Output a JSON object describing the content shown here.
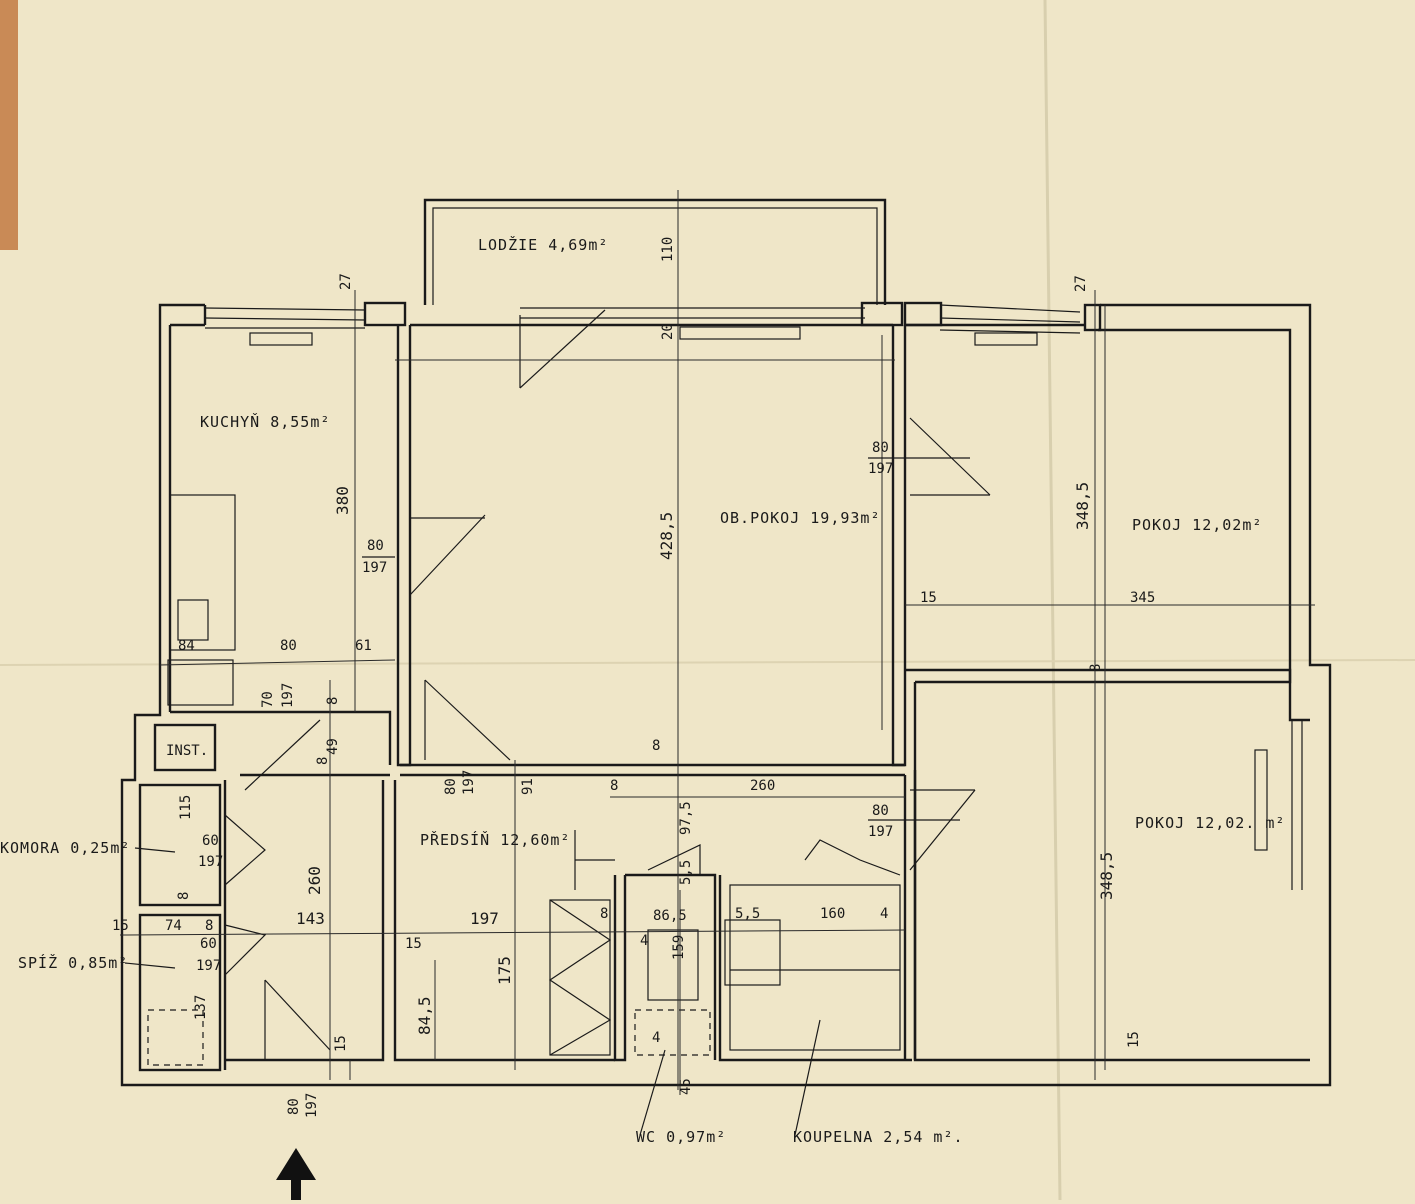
{
  "rooms": {
    "lodzie": "LODŽIE 4,69m²",
    "kuchyn": "KUCHYŇ 8,55m²",
    "ob_pokoj": "OB.POKOJ 19,93m²",
    "pokoj_top": "POKOJ 12,02m²",
    "pokoj_bottom": "POKOJ 12,02. m²",
    "predsin": "PŘEDSÍŇ 12,60m²",
    "komora": "KOMORA 0,25m²",
    "spiz": "SPÍŽ 0,85m²",
    "inst": "INST.",
    "wc": "WC 0,97m²",
    "koupelna": "KOUPELNA 2,54 m²."
  },
  "dims": {
    "d27a": "27",
    "d110": "110",
    "d20": "20",
    "d27b": "27",
    "d380": "380",
    "d4285": "428,5",
    "d3485a": "348,5",
    "d3485b": "348,5",
    "d84": "84",
    "d80a": "80",
    "d61": "61",
    "d70": "70",
    "d8a": "8",
    "d49": "49",
    "d8b": "8",
    "d8c": "8",
    "d260a": "260",
    "d8d": "8",
    "d260b": "260",
    "d15a": "15",
    "d345": "345",
    "d8e": "8",
    "d91": "91",
    "d975": "97,5",
    "d115": "115",
    "d8f": "8",
    "d143": "143",
    "d197": "197",
    "d15b": "15",
    "d74": "74",
    "d8g": "8",
    "d15c": "15",
    "d137": "137",
    "d8h": "8",
    "d865": "86,5",
    "d55a": "5,5",
    "d55b": "5,5",
    "d160": "160",
    "d4a": "4",
    "d4b": "4",
    "d159": "159",
    "d4c": "4",
    "d175": "175",
    "d845": "84,5",
    "d15d": "15",
    "d45": "45",
    "d15e": "15"
  },
  "doors": {
    "door_a": [
      "80",
      "197"
    ],
    "door_b": [
      "80",
      "197"
    ],
    "door_c": [
      "70",
      "197"
    ],
    "door_d": [
      "80",
      "197"
    ],
    "door_e": [
      "80",
      "197"
    ],
    "door_f": [
      "60",
      "197"
    ],
    "door_g": [
      "60",
      "197"
    ],
    "door_h": [
      "80",
      "197"
    ]
  }
}
